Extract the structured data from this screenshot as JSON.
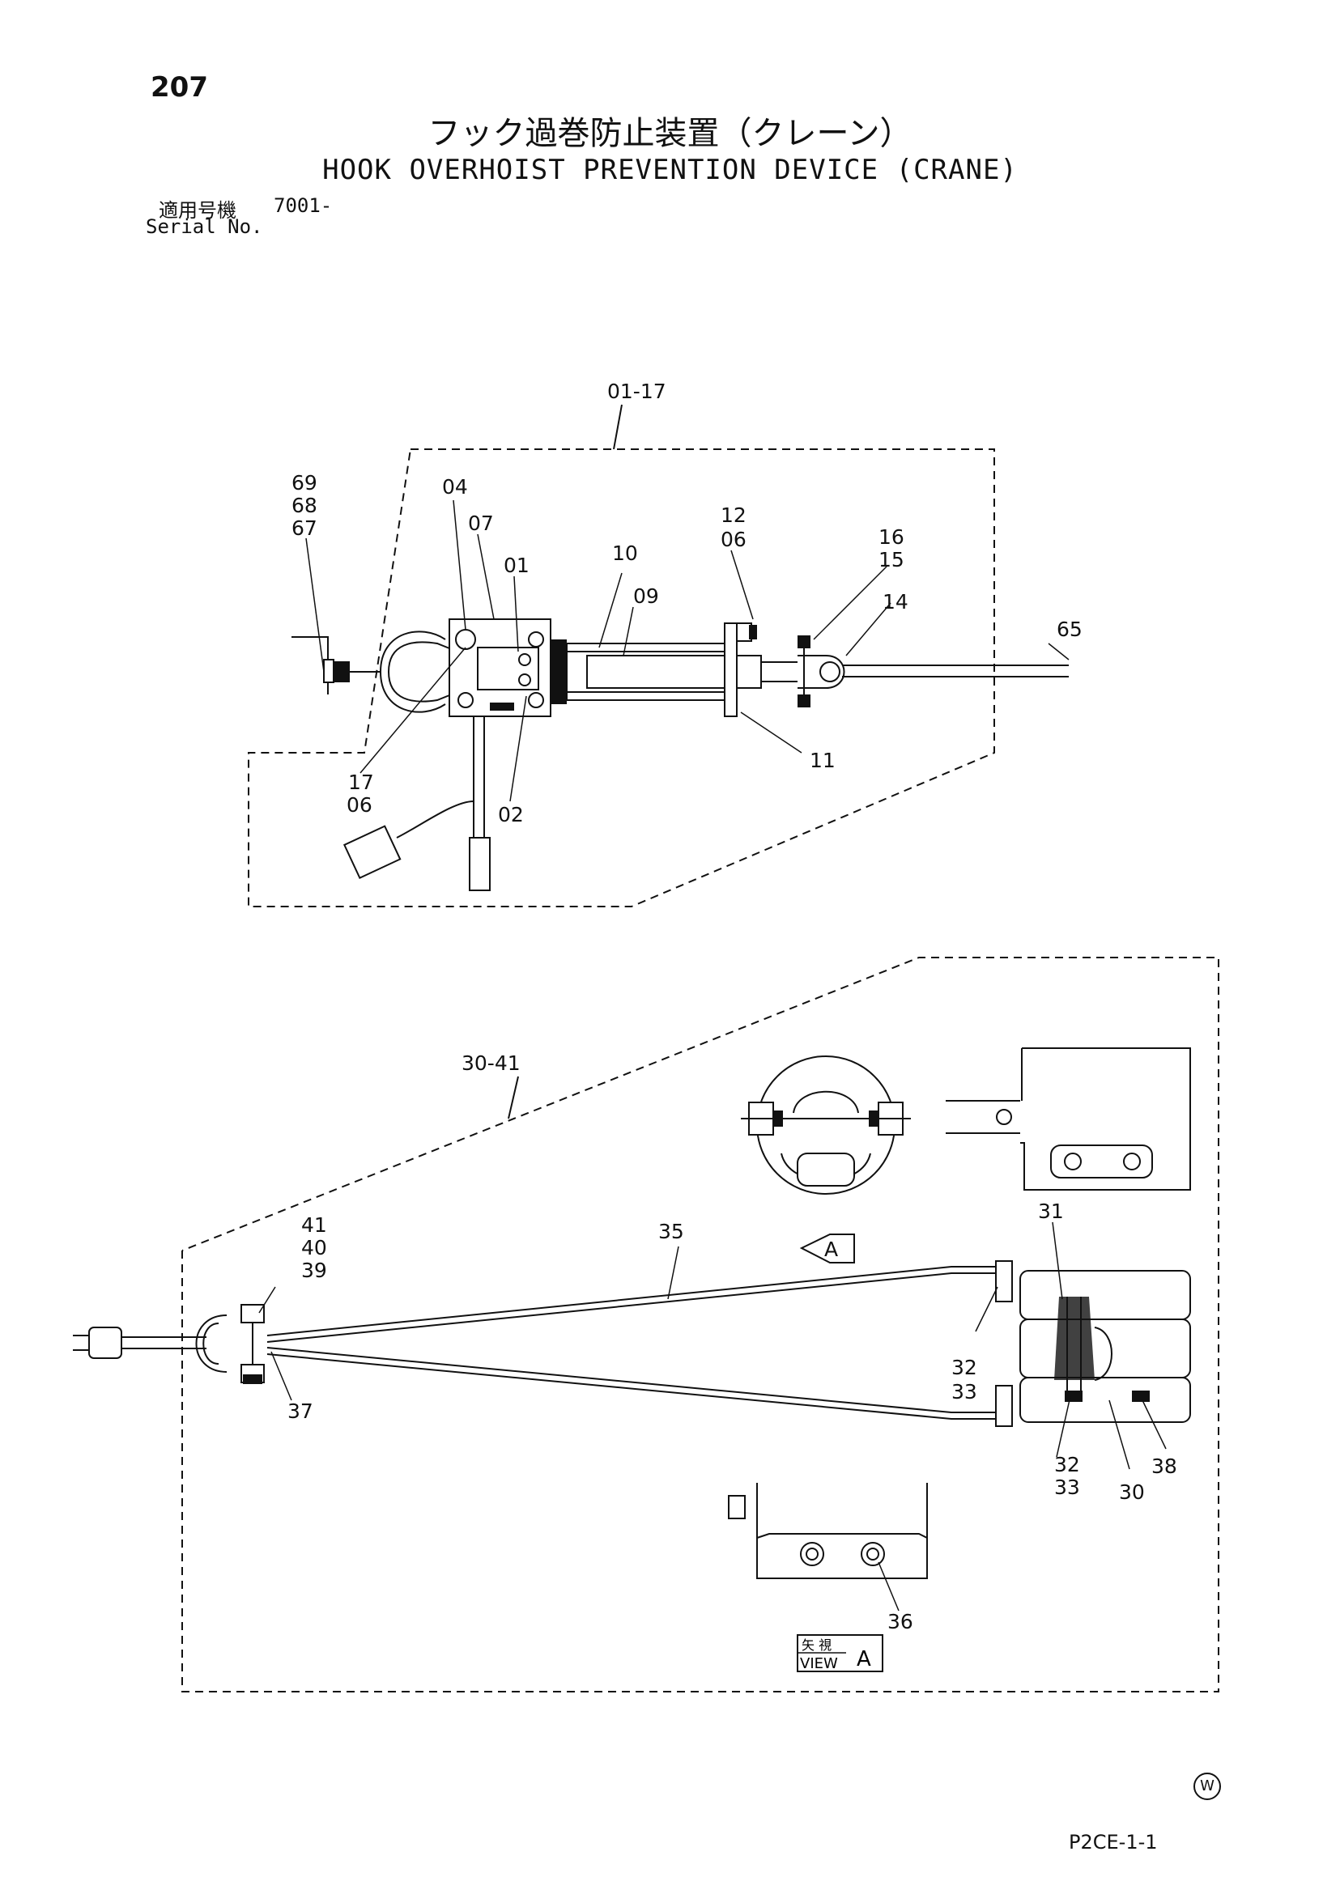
{
  "header": {
    "page_number": "207",
    "title_jp": "フック過巻防止装置（クレーン）",
    "title_en": "HOOK OVERHOIST PREVENTION DEVICE (CRANE)",
    "serial_label_jp": "適用号機",
    "serial_label_en": "Serial No.",
    "serial_value": "7001-"
  },
  "assembly_top": {
    "group_label": "01-17",
    "callouts": {
      "c69": "69",
      "c68": "68",
      "c67": "67",
      "c04": "04",
      "c07": "07",
      "c01": "01",
      "c10": "10",
      "c09": "09",
      "c12": "12",
      "c06a": "06",
      "c16": "16",
      "c15": "15",
      "c14": "14",
      "c65": "65",
      "c11": "11",
      "c17": "17",
      "c06b": "06",
      "c02": "02"
    }
  },
  "assembly_bottom": {
    "group_label": "30-41",
    "callouts": {
      "c41": "41",
      "c40": "40",
      "c39": "39",
      "c35": "35",
      "c31": "31",
      "c37": "37",
      "c32a": "32",
      "c33a": "33",
      "c32b": "32",
      "c33b": "33",
      "c30": "30",
      "c38": "38",
      "c36": "36"
    },
    "view_arrow": "A",
    "view_box_jp": "矢 視",
    "view_box_en": "VIEW",
    "view_box_letter": "A"
  },
  "footer": {
    "maker_mark": "W",
    "doc_code": "P2CE-1-1"
  }
}
